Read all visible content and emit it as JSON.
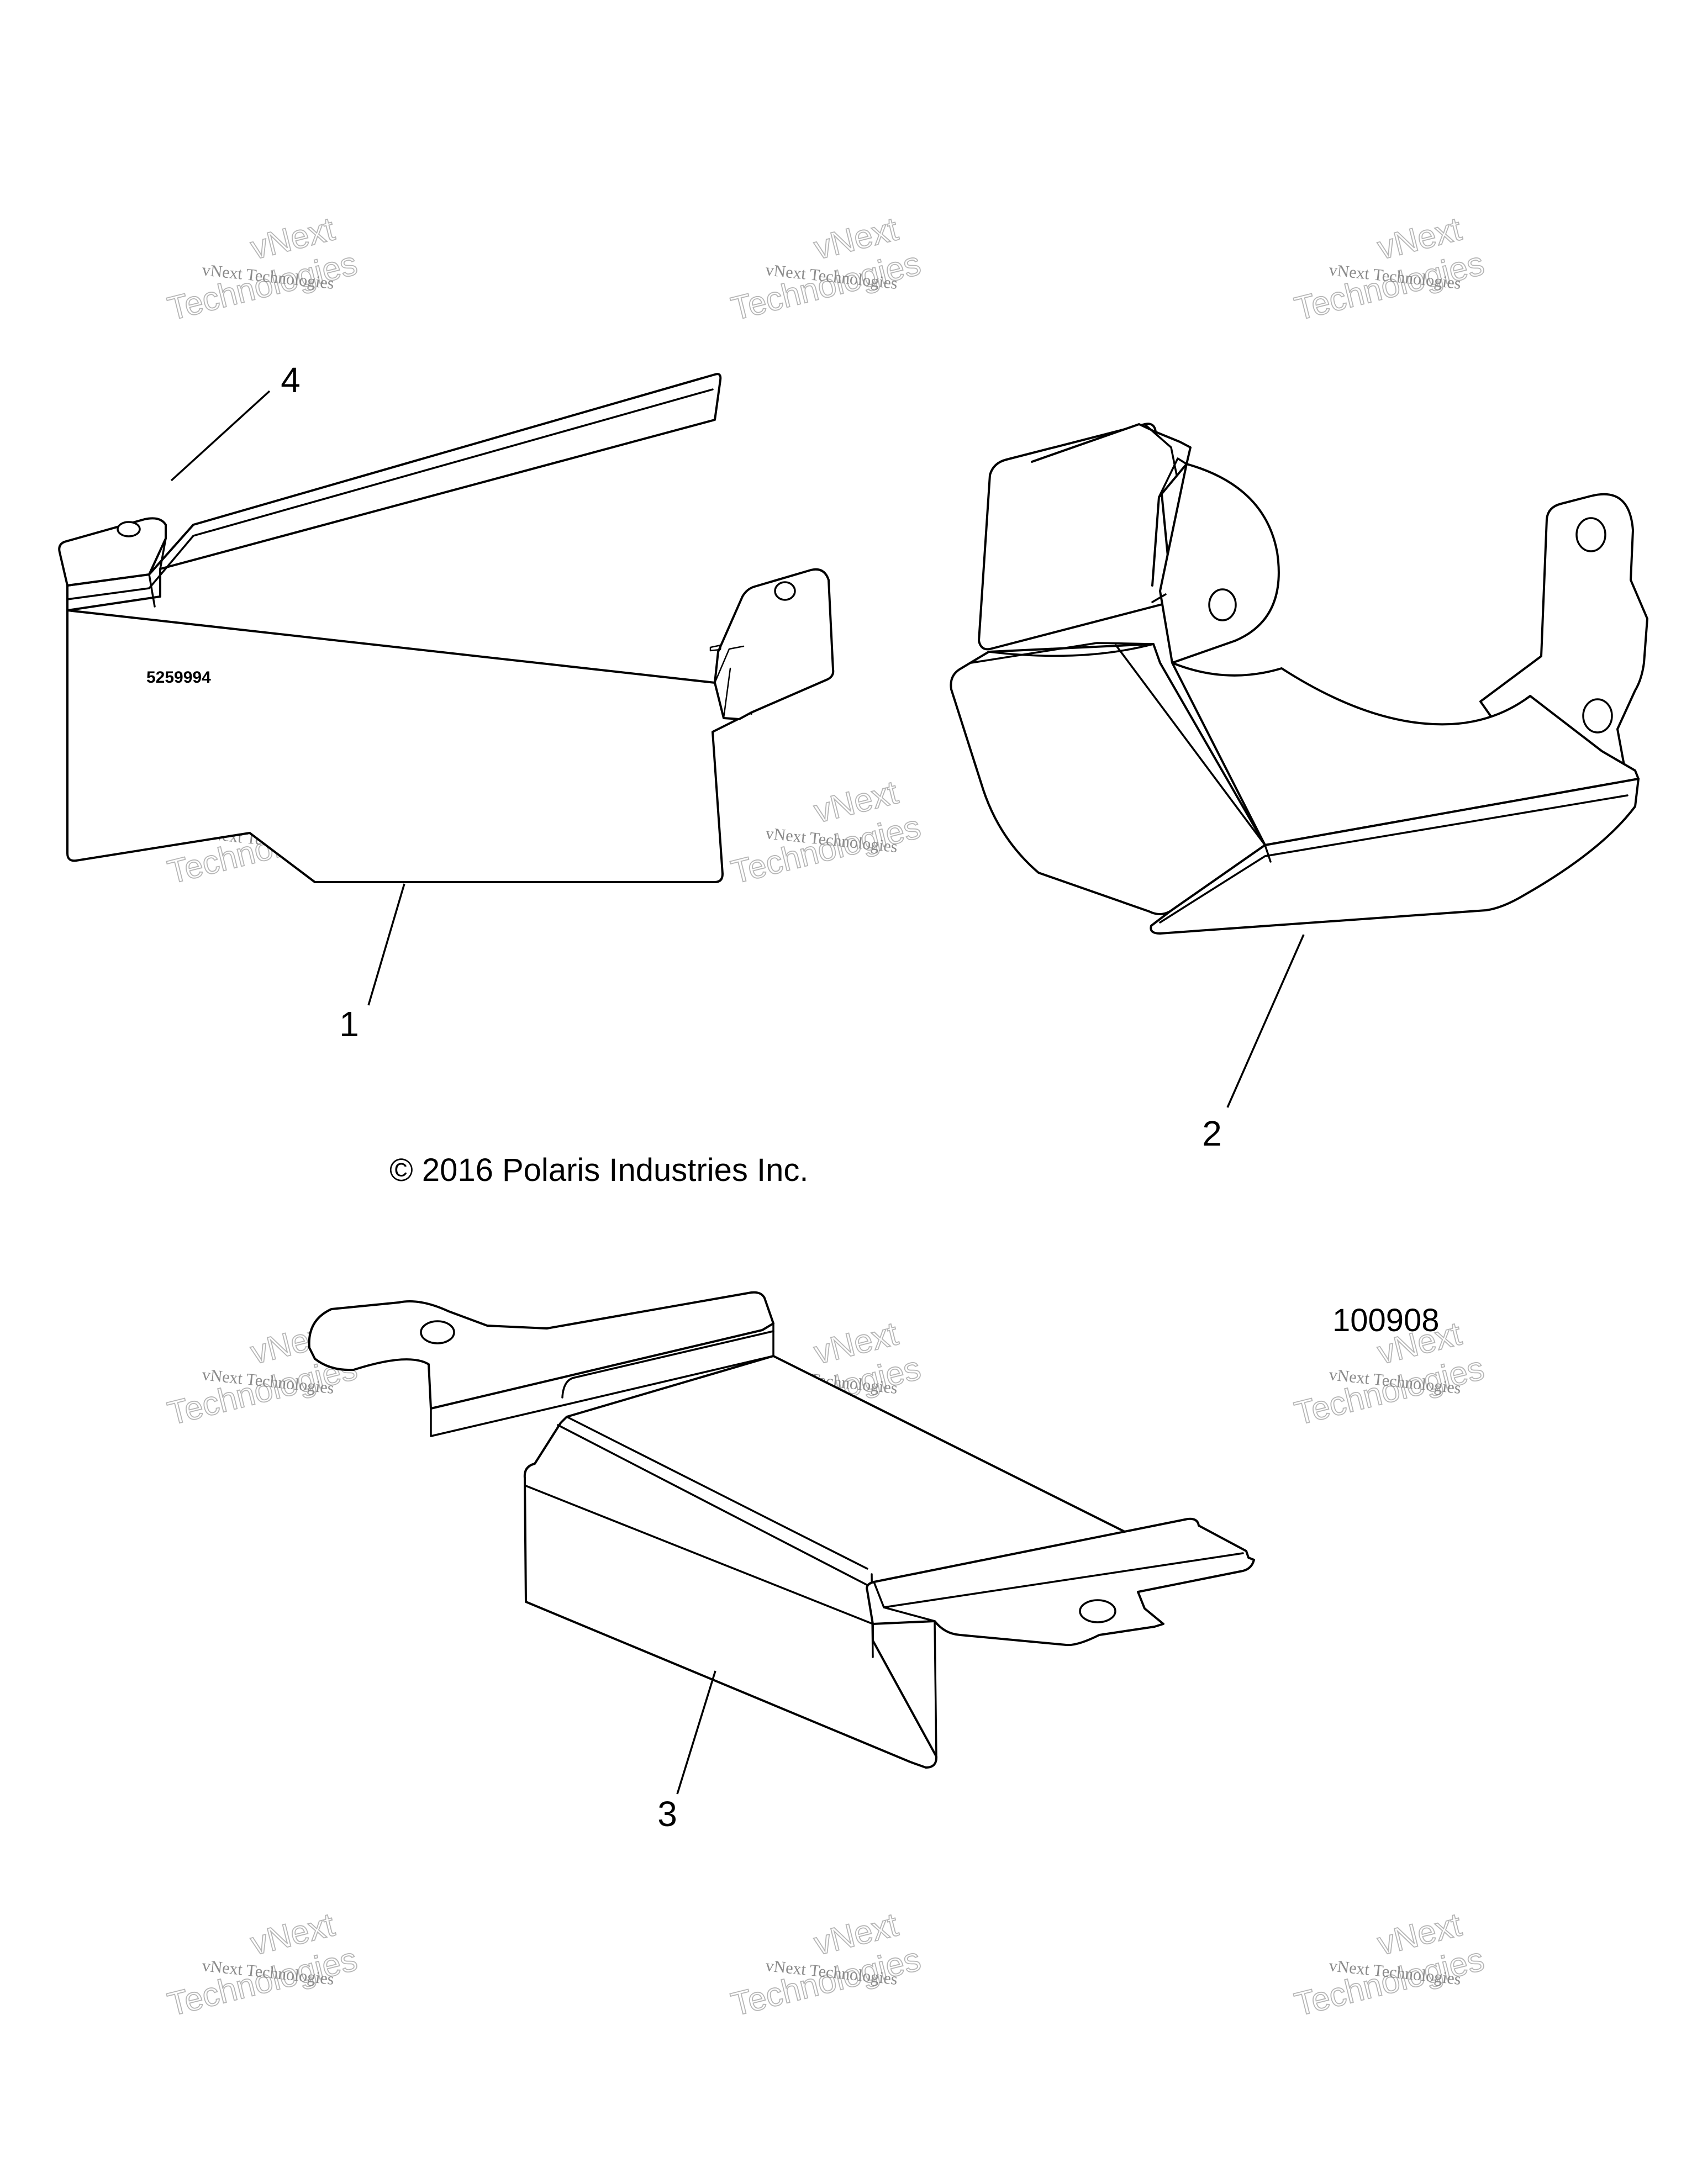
{
  "watermark": {
    "line1": "vNext Technologies",
    "line2": "vNext",
    "line3": "Technologies"
  },
  "diagram": {
    "part_stamp": "5259994",
    "callouts": [
      "1",
      "2",
      "3",
      "4"
    ],
    "copyright": "© 2016 Polaris Industries Inc.",
    "drawing_number": "100908"
  }
}
